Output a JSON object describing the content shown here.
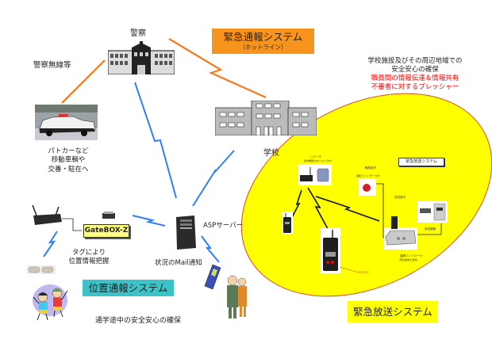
{
  "police": {
    "label": "警察",
    "radio_label": "警察無線等",
    "patrol_car_caption": [
      "パトカーなど",
      "移動車輌や",
      "交番・駐在へ"
    ]
  },
  "emergency_report_system": {
    "title": "緊急通報システム",
    "subtitle": "（ホットライン）",
    "color": "#f7941d"
  },
  "school_goal": {
    "line1": "学校施設及びその周辺地域での",
    "line2": "安全安心の確保",
    "red_line1": "職員間の情報伝達＆情報共有",
    "red_line2": "不審者に対するプレッシャー",
    "red_color": "#ff0000"
  },
  "school": {
    "label": "学校",
    "area_color": "#ffff00",
    "repeater_label": "リピータ",
    "repeater_sublabel": "操作機能付(センロン付き)",
    "area_labels": {
      "emergency_broadcast_tag": "緊急放送システム",
      "staff_room": "職員室内",
      "alarm_label": "回転ライトブザー付き",
      "broadcast_room": "放送室内",
      "broadcast_equipment": "放送機器",
      "controller": "遠隔コントローラ",
      "controller_sub": "(緊急放送を受信)",
      "push_label": "PUSH!!!"
    }
  },
  "asp_server": {
    "label": "ASPサーバー",
    "mail_notice": "状況のMail通知"
  },
  "location_system": {
    "gatebox_label": "GateBOX-Z",
    "tag_caption": [
      "タグにより",
      "位置情報把握"
    ],
    "title": "位置通報システム",
    "color": "#3cc3c8",
    "commute_caption": "通学途中の安全安心の確保"
  },
  "emergency_broadcast_system": {
    "title": "緊急放送システム",
    "color": "#ffff00"
  },
  "link_colors": {
    "orange": "#f47920",
    "blue": "#2f7fff",
    "black": "#111111"
  }
}
